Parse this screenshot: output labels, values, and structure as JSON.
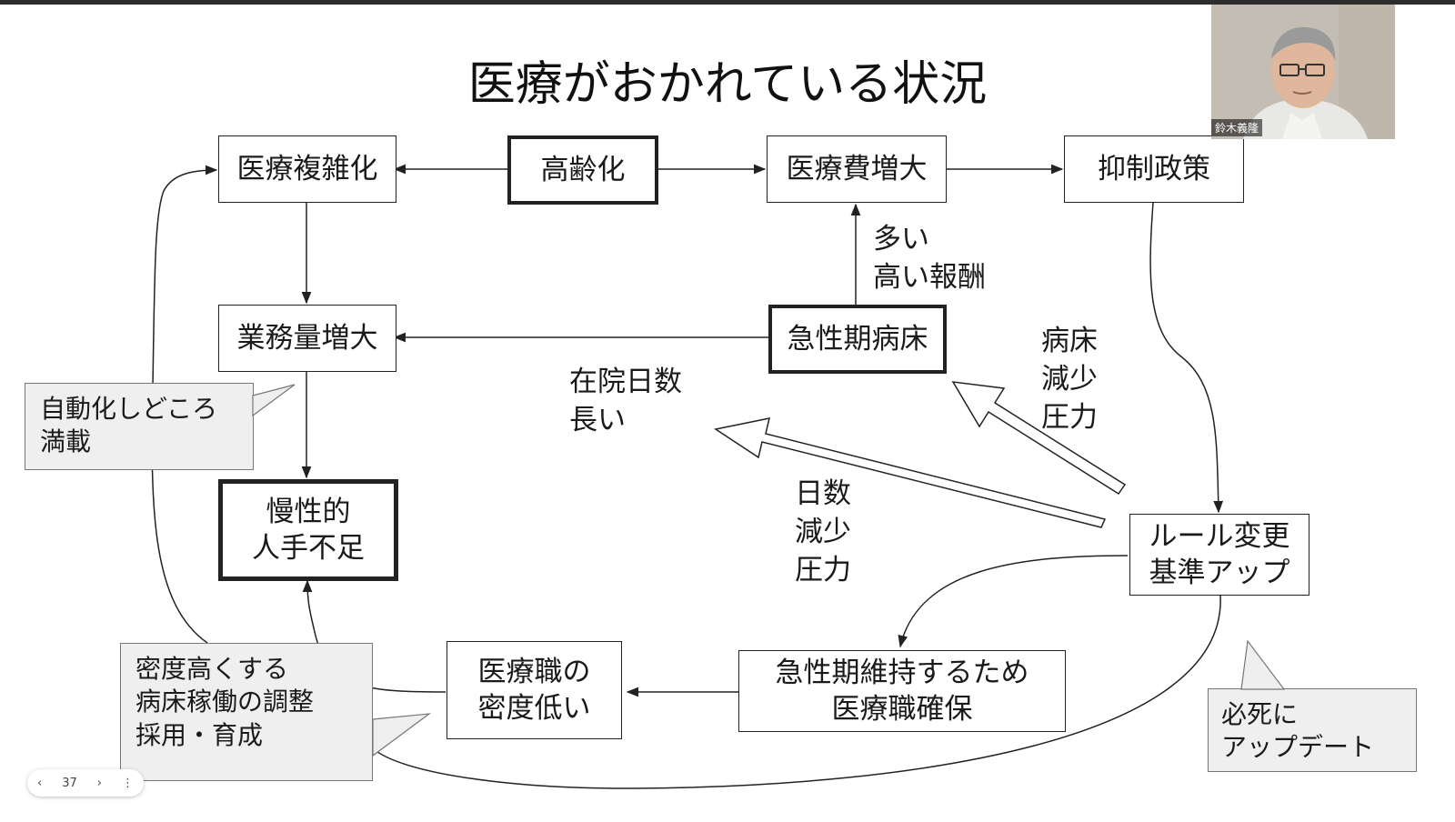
{
  "slide": {
    "title": "医療がおかれている状況",
    "nodes": {
      "aging": "高齢化",
      "complexity": "医療複雑化",
      "cost_increase": "医療費増大",
      "suppression": "抑制政策",
      "workload": "業務量増大",
      "acute_beds": "急性期病床",
      "chronic_shortage": "慢性的\n人手不足",
      "rule_change": "ルール変更\n基準アップ",
      "staff_density": "医療職の\n密度低い",
      "secure_staff": "急性期維持するため\n医療職確保"
    },
    "labels": {
      "high_reward": "多い\n高い報酬",
      "long_stay": "在院日数\n長い",
      "bed_reduction": "病床\n減少\n圧力",
      "day_reduction": "日数\n減少\n圧力"
    },
    "callouts": {
      "automation": "自動化しどころ\n満載",
      "density_up": "密度高くする\n病床稼働の調整\n採用・育成",
      "update": "必死に\nアップデート"
    }
  },
  "video": {
    "participant_name": "鈴木義隆"
  },
  "pager": {
    "prev_icon": "chevron-left-icon",
    "page_number": "37",
    "next_icon": "chevron-right-icon",
    "menu_icon": "more-vertical-icon"
  },
  "colors": {
    "frame_bar": "#2d2d2d",
    "callout_bg": "#efefef"
  }
}
